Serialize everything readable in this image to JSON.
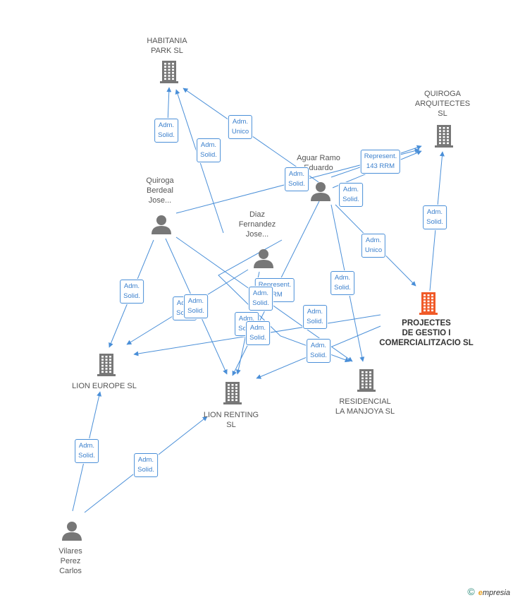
{
  "colors": {
    "edge": "#4a8fd8",
    "company": "#777777",
    "person": "#777777",
    "main_company": "#f05a28"
  },
  "nodes": [
    {
      "id": "habitania",
      "type": "company",
      "lines": [
        "HABITANIA",
        "PARK SL"
      ]
    },
    {
      "id": "quiroga_arq",
      "type": "company",
      "lines": [
        "QUIROGA",
        "ARQUITECTES",
        "SL"
      ]
    },
    {
      "id": "aguar",
      "type": "person",
      "lines": [
        "Aguar Ramo",
        "Eduardo"
      ]
    },
    {
      "id": "quiroga_berdeal",
      "type": "person",
      "lines": [
        "Quiroga",
        "Berdeal",
        "Jose..."
      ]
    },
    {
      "id": "diaz",
      "type": "person",
      "lines": [
        "Diaz",
        "Fernandez",
        "Jose..."
      ]
    },
    {
      "id": "projectes",
      "type": "main_company",
      "lines": [
        "PROJECTES",
        "DE GESTIO I",
        "COMERCIALITZACIO SL"
      ]
    },
    {
      "id": "lion_europe",
      "type": "company",
      "lines": [
        "LION EUROPE SL"
      ]
    },
    {
      "id": "lion_renting",
      "type": "company",
      "lines": [
        "LION RENTING",
        "SL"
      ]
    },
    {
      "id": "residencial",
      "type": "company",
      "lines": [
        "RESIDENCIAL",
        "LA MANJOYA SL"
      ]
    },
    {
      "id": "vilares",
      "type": "person",
      "lines": [
        "Vilares",
        "Perez",
        "Carlos"
      ]
    }
  ],
  "edge_labels": [
    {
      "lines": [
        "Adm.",
        "Solid."
      ]
    },
    {
      "lines": [
        "Adm.",
        "Unico"
      ]
    },
    {
      "lines": [
        "Adm.",
        "Solid."
      ]
    },
    {
      "lines": [
        "Represent.",
        "143 RRM"
      ]
    },
    {
      "lines": [
        "Adm.",
        "Solid."
      ]
    },
    {
      "lines": [
        "Adm.",
        "Solid."
      ]
    },
    {
      "lines": [
        "Adm.",
        "Solid."
      ]
    },
    {
      "lines": [
        "Adm.",
        "Unico"
      ]
    },
    {
      "lines": [
        "Adm.",
        "Solid."
      ]
    },
    {
      "lines": [
        "Adm.",
        "Solid."
      ]
    },
    {
      "lines": [
        "Adm.",
        "Solid."
      ]
    },
    {
      "lines": [
        "Adm.",
        "Solid."
      ]
    },
    {
      "lines": [
        "Represent.",
        "RRM"
      ]
    },
    {
      "lines": [
        "Adm.",
        "Solid."
      ]
    },
    {
      "lines": [
        "Adm.",
        "Solid."
      ]
    },
    {
      "lines": [
        "Adm.",
        "Solid."
      ]
    },
    {
      "lines": [
        "Adm.",
        "Solid."
      ]
    },
    {
      "lines": [
        "Adm.",
        "Solid."
      ]
    },
    {
      "lines": [
        "Adm.",
        "Solid."
      ]
    },
    {
      "lines": [
        "Adm.",
        "Solid."
      ]
    }
  ],
  "footer": {
    "copyright": "©",
    "brand_initial": "e",
    "brand_rest": "mpresia"
  }
}
